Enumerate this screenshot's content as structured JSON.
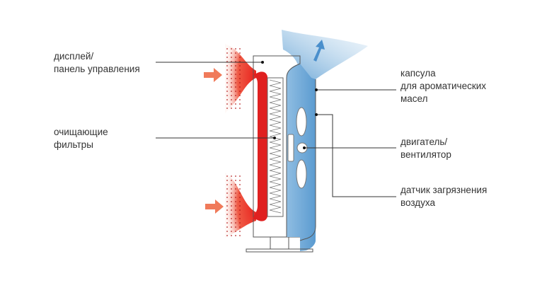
{
  "labels": {
    "display": [
      "дисплей/",
      "панель управления"
    ],
    "filters": [
      "очищающие",
      "фильтры"
    ],
    "capsule": [
      "капсула",
      "для ароматических",
      "масел"
    ],
    "fan": [
      "двигатель/",
      "вентилятор"
    ],
    "sensor": [
      "датчик загрязнения",
      "воздуха"
    ]
  },
  "colors": {
    "hot_air": "#e8201c",
    "clean_air": "#5b9bd0",
    "arrow_in": "#f07a5a"
  }
}
